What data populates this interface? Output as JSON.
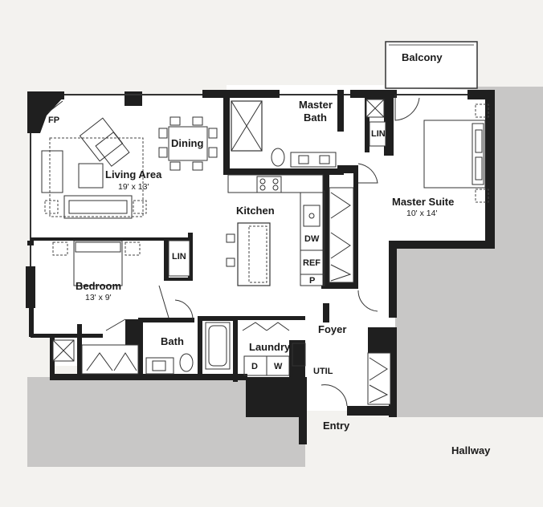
{
  "rooms": {
    "balcony": "Balcony",
    "master_bath_l1": "Master",
    "master_bath_l2": "Bath",
    "fp": "FP",
    "dining": "Dining",
    "living": "Living Area",
    "living_dim": "19' x 13'",
    "kitchen": "Kitchen",
    "master_suite": "Master Suite",
    "master_suite_dim": "10' x 14'",
    "lin_master": "LIN",
    "lin_bedroom": "LIN",
    "dw": "DW",
    "ref": "REF",
    "pantry": "P",
    "bedroom": "Bedroom",
    "bedroom_dim": "13' x 9'",
    "bath": "Bath",
    "laundry": "Laundry",
    "dryer": "D",
    "washer": "W",
    "util": "UTIL",
    "foyer": "Foyer",
    "entry": "Entry",
    "hallway": "Hallway"
  },
  "colors": {
    "wall": "#1f1f1f",
    "floor": "#ffffff",
    "exterior": "#c8c7c6",
    "paper": "#f3f2ef"
  }
}
